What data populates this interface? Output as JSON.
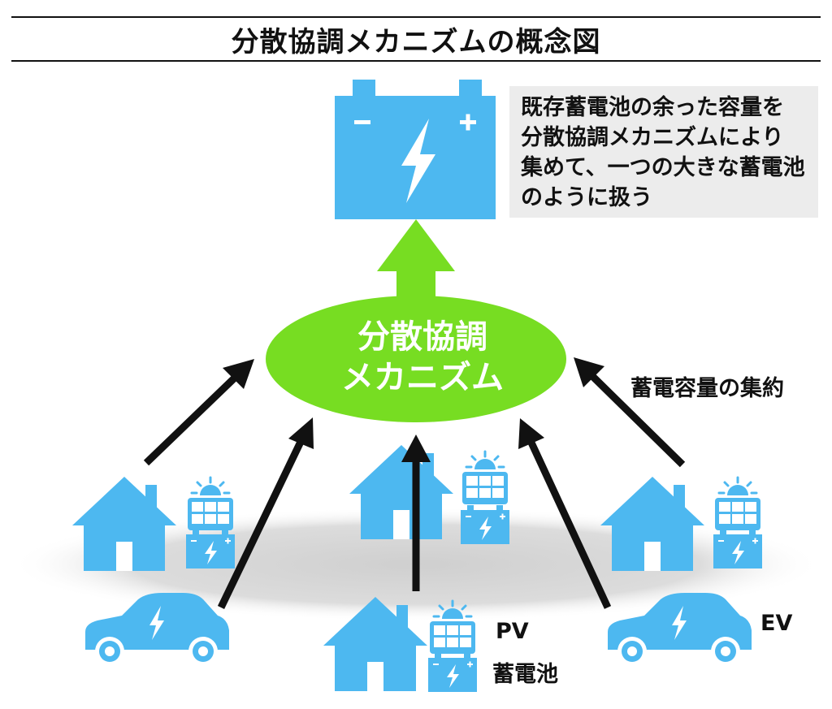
{
  "title": "分散協調メカニズムの概念図",
  "central_battery_note": [
    "既存蓄電池の余った容量を",
    "分散協調メカニズムにより",
    "集めて、一つの大きな蓄電池",
    "のように扱う"
  ],
  "mechanism": [
    "分散協調",
    "メカニズム"
  ],
  "arrow_label": "蓄電容量の集約",
  "legend": {
    "pv": "PV",
    "battery": "蓄電池",
    "ev": "EV"
  },
  "battery_signs": {
    "minus": "−",
    "plus": "+"
  },
  "colors": {
    "blue": "#4db8f0",
    "green": "#77dd22",
    "arrow": "#111111",
    "shadow": "#d8d8d8",
    "note_bg": "#ececec"
  },
  "icons": [
    "battery-icon",
    "house-icon",
    "solar-panel-icon",
    "car-icon",
    "lightning-icon",
    "sun-icon"
  ]
}
